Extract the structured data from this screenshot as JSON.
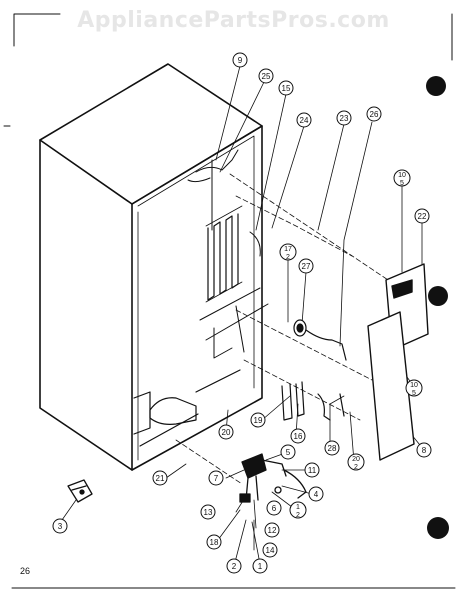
{
  "watermark": "AppliancePartsPros.com",
  "page_number": "26",
  "callouts": [
    "9",
    "25",
    "15",
    "24",
    "23",
    "26",
    "10/5",
    "22",
    "17/2",
    "27",
    "10/5",
    "8",
    "19",
    "16",
    "28",
    "20/2",
    "20",
    "5",
    "11",
    "4",
    "6",
    "1/2",
    "7",
    "21",
    "13",
    "12",
    "18",
    "14",
    "2",
    "1",
    "3"
  ],
  "colors": {
    "ink": "#111111",
    "paper": "#ffffff",
    "watermark": "#e6e6e6"
  }
}
